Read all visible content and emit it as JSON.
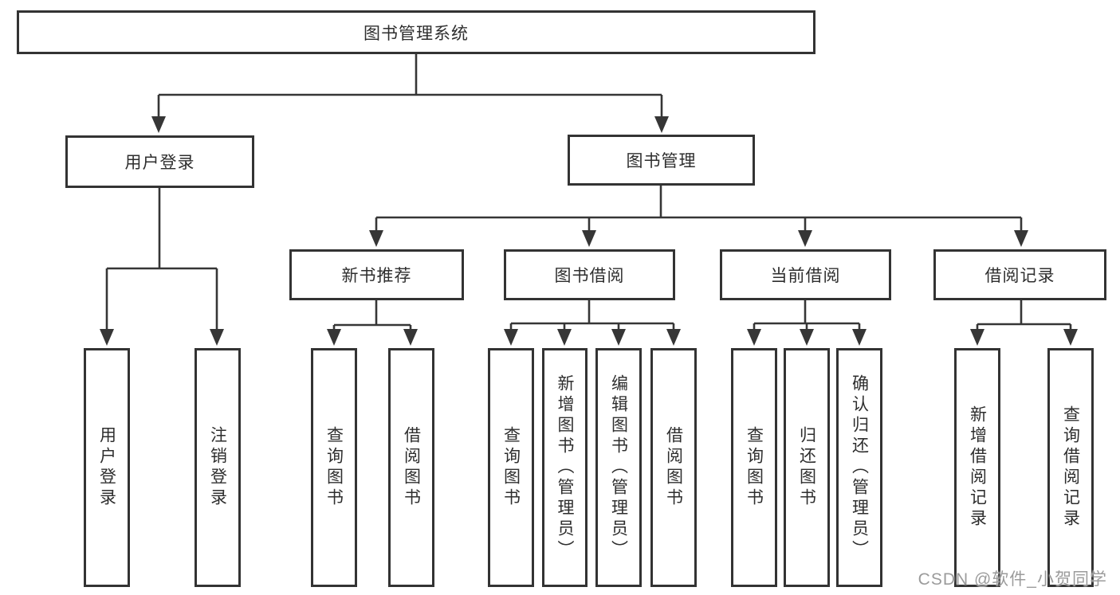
{
  "diagram": {
    "title": "图书管理系统",
    "root": {
      "label": "图书管理系统"
    },
    "branches": [
      {
        "label": "用户登录",
        "children": [
          {
            "label": "用户登录"
          },
          {
            "label": "注销登录"
          }
        ]
      },
      {
        "label": "图书管理",
        "children": [
          {
            "label": "新书推荐",
            "children": [
              {
                "label": "查询图书"
              },
              {
                "label": "借阅图书"
              }
            ]
          },
          {
            "label": "图书借阅",
            "children": [
              {
                "label": "查询图书"
              },
              {
                "label": "新增图书（管理员）"
              },
              {
                "label": "编辑图书（管理员）"
              },
              {
                "label": "借阅图书"
              }
            ]
          },
          {
            "label": "当前借阅",
            "children": [
              {
                "label": "查询图书"
              },
              {
                "label": "归还图书"
              },
              {
                "label": "确认归还（管理员）"
              }
            ]
          },
          {
            "label": "借阅记录",
            "children": [
              {
                "label": "新增借阅记录"
              },
              {
                "label": "查询借阅记录"
              }
            ]
          }
        ]
      }
    ],
    "line_color": "#363636",
    "border_color": "#333333",
    "text_color": "#2e2e2e"
  },
  "watermark": {
    "text": "CSDN @软件_小贺同学",
    "color": "#9b9b9b"
  }
}
